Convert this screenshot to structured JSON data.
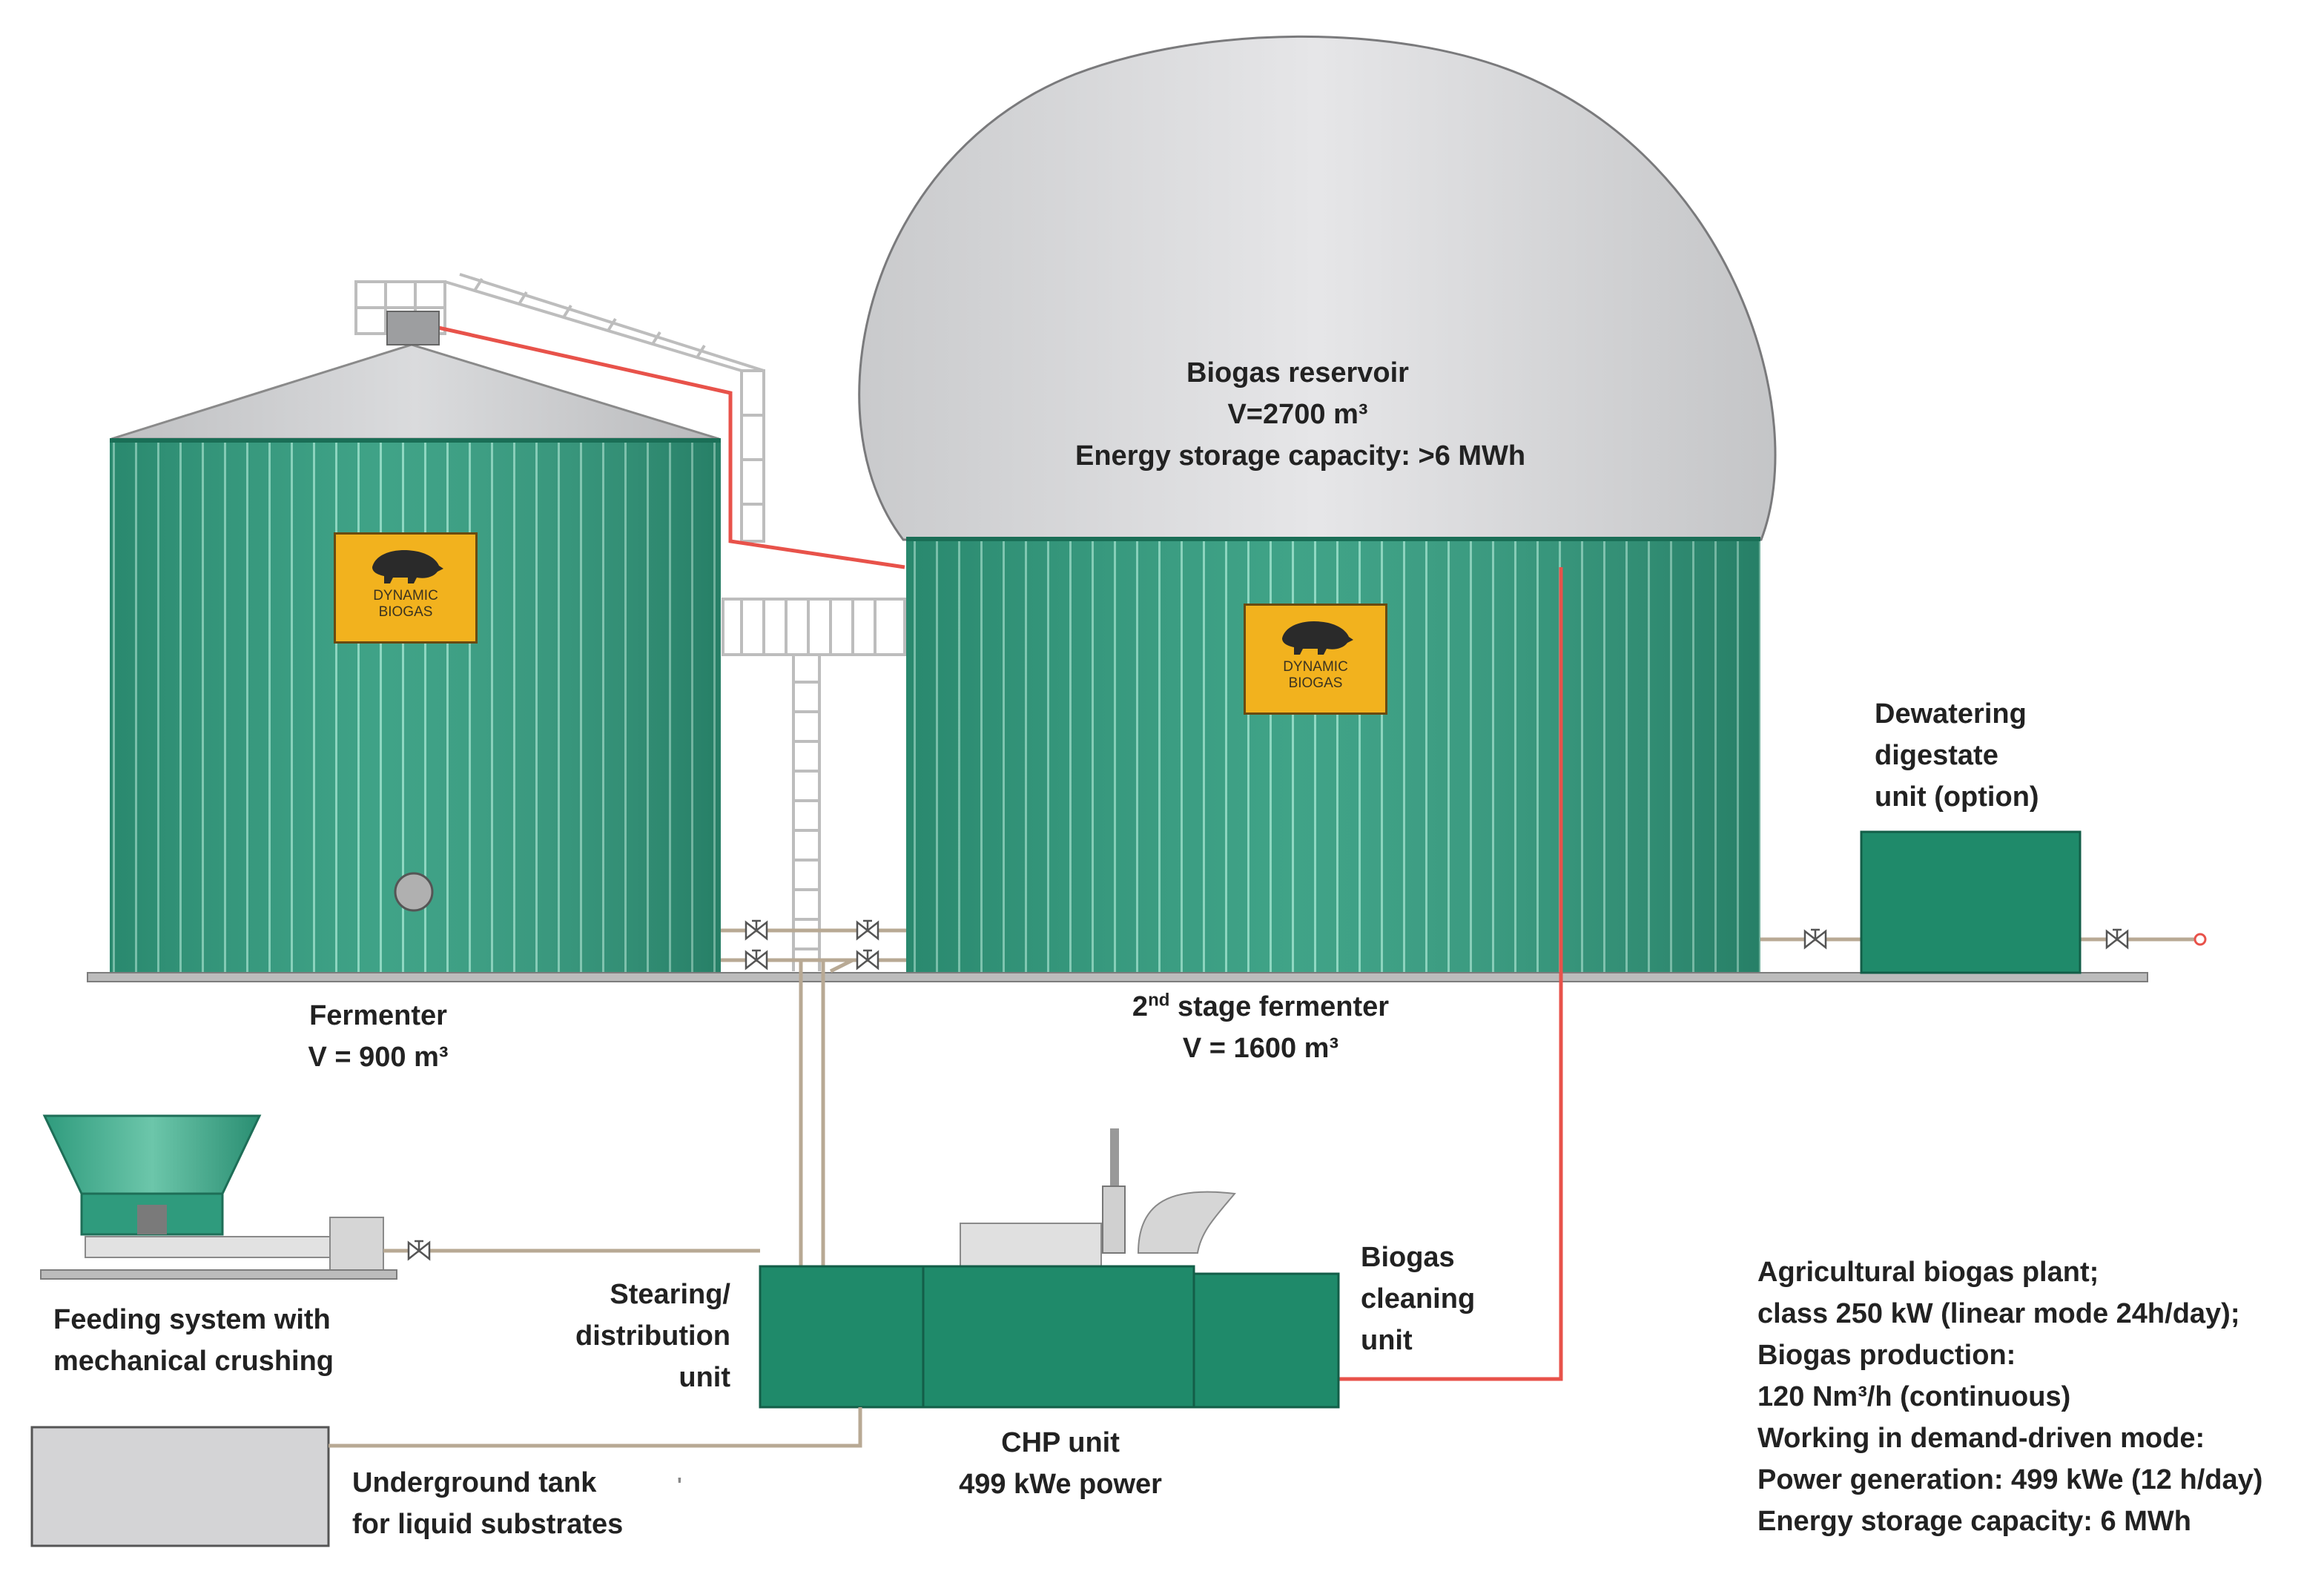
{
  "labels": {
    "reservoir": {
      "title": "Biogas reservoir",
      "volume": "V=2700 m³",
      "capacity": "Energy storage capacity: >6 MWh"
    },
    "fermenter": {
      "title": "Fermenter",
      "volume": "V = 900 m³"
    },
    "second_fermenter": {
      "ordinal": "2",
      "ordinal_suffix": "nd",
      "title_rest": " stage fermenter",
      "volume": "V = 1600 m³"
    },
    "dewatering": {
      "line1": "Dewatering",
      "line2": "digestate",
      "line3": "unit (option)"
    },
    "feeding": {
      "line1": "Feeding system with",
      "line2": "mechanical crushing"
    },
    "distribution": {
      "line1": "Stearing/",
      "line2": "distribution",
      "line3": "unit"
    },
    "cleaning": {
      "line1": "Biogas",
      "line2": "cleaning",
      "line3": "unit"
    },
    "chp": {
      "line1": "CHP unit",
      "line2": "499 kWe power"
    },
    "tank": {
      "line1": "Underground tank",
      "line2": "for liquid substrates"
    },
    "stray_mark": "'"
  },
  "logo": {
    "line1": "DYNAMIC",
    "line2": "BIOGAS"
  },
  "specs": [
    "Agricultural biogas plant;",
    "class 250 kW (linear mode 24h/day);",
    "Biogas production:",
    "120 Nm³/h (continuous)",
    "Working in demand-driven mode:",
    "Power generation: 499 kWe (12 h/day)",
    "Energy storage capacity: 6 MWh"
  ],
  "colors": {
    "tank_green": "#2e9a7c",
    "tank_stripe": "#7fd1b8",
    "dome_grey": "#d9d9db",
    "roof_grey": "#c8c9cb",
    "gas_pipe": "#e8524a",
    "liquid_pipe": "#b8a994",
    "unit_green": "#1f8a6a",
    "logo_yellow": "#f2b21e"
  }
}
